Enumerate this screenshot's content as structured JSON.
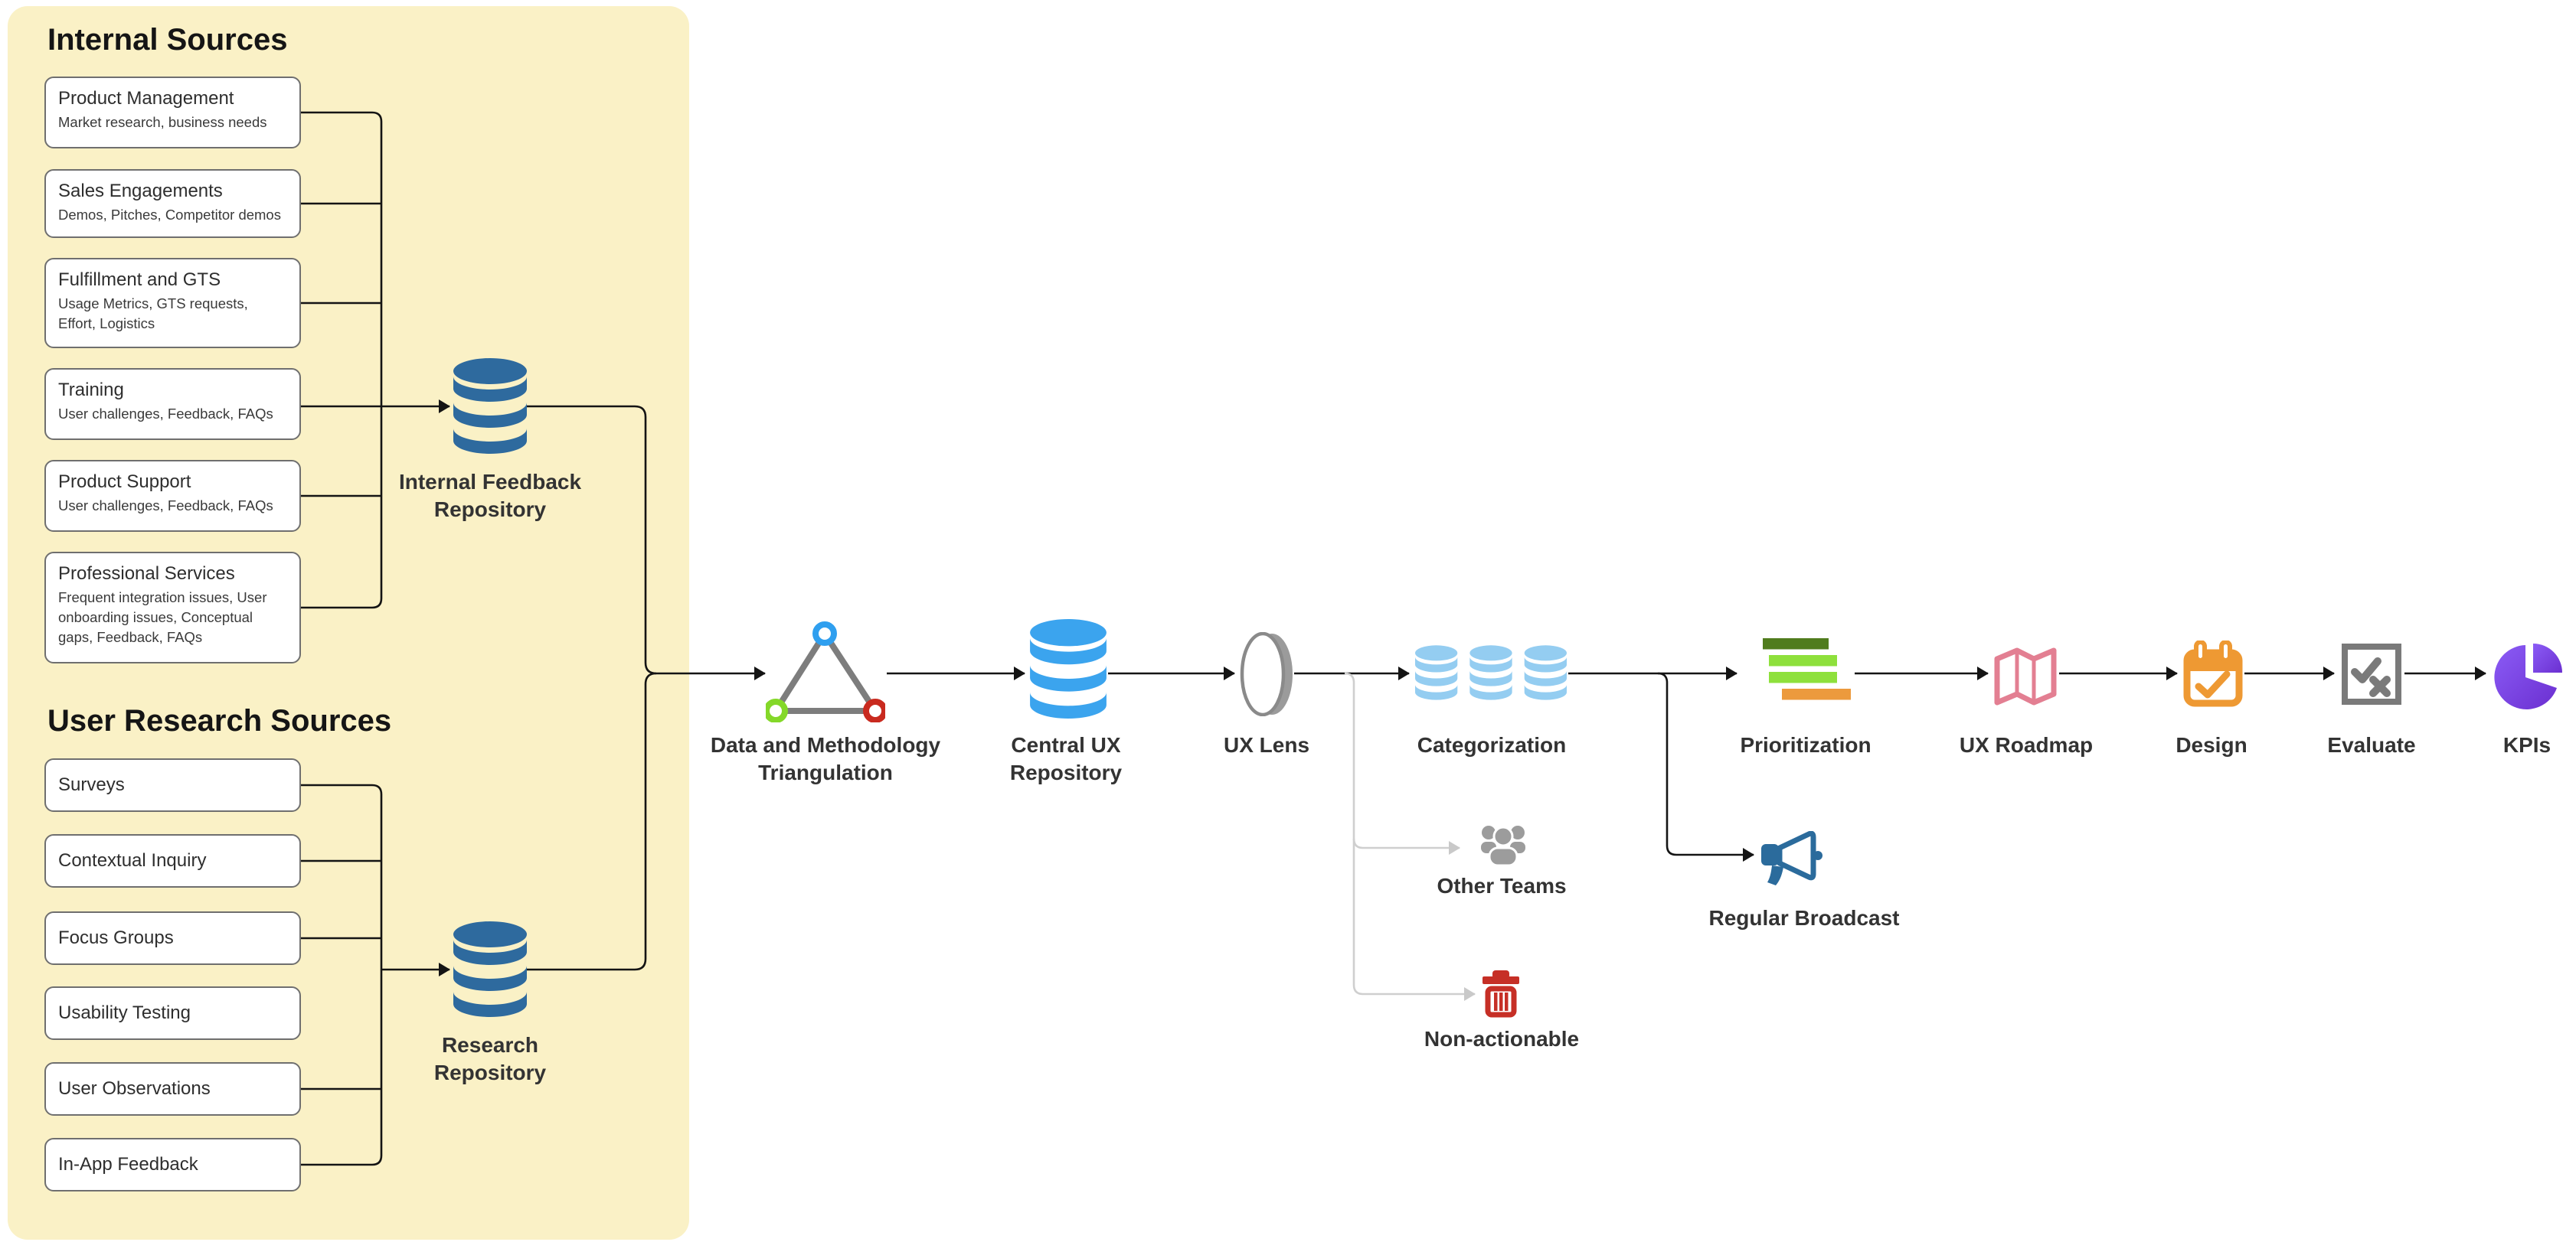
{
  "internal_sources": {
    "title": "Internal Sources",
    "items": [
      {
        "title": "Product Management",
        "subtitle": "Market research, business needs"
      },
      {
        "title": "Sales Engagements",
        "subtitle": "Demos, Pitches, Competitor demos"
      },
      {
        "title": "Fulfillment and GTS",
        "subtitle": "Usage Metrics, GTS requests, Effort, Logistics"
      },
      {
        "title": "Training",
        "subtitle": "User challenges, Feedback, FAQs"
      },
      {
        "title": "Product Support",
        "subtitle": "User challenges, Feedback, FAQs"
      },
      {
        "title": "Professional Services",
        "subtitle": "Frequent integration issues, User onboarding issues, Conceptual gaps, Feedback, FAQs"
      }
    ]
  },
  "user_research_sources": {
    "title": "User Research Sources",
    "items": [
      {
        "title": "Surveys"
      },
      {
        "title": "Contextual Inquiry"
      },
      {
        "title": "Focus Groups"
      },
      {
        "title": "Usability Testing"
      },
      {
        "title": "User Observations"
      },
      {
        "title": "In-App Feedback"
      }
    ]
  },
  "nodes": {
    "internal_repository": {
      "label": "Internal Feedback Repository",
      "icon": "database-icon"
    },
    "research_repository": {
      "label": "Research Repository",
      "icon": "database-icon"
    },
    "triangulation": {
      "label": "Data and Methodology Triangulation",
      "icon": "triangle-vertices-icon"
    },
    "central_repository": {
      "label": "Central UX Repository",
      "icon": "database-icon"
    },
    "ux_lens": {
      "label": "UX Lens",
      "icon": "lens-icon"
    },
    "categorization": {
      "label": "Categorization",
      "icon": "database-cluster-icon"
    },
    "prioritization": {
      "label": "Prioritization",
      "icon": "stacked-bars-icon"
    },
    "ux_roadmap": {
      "label": "UX Roadmap",
      "icon": "map-icon"
    },
    "design": {
      "label": "Design",
      "icon": "calendar-check-icon"
    },
    "evaluate": {
      "label": "Evaluate",
      "icon": "checklist-icon"
    },
    "kpis": {
      "label": "KPIs",
      "icon": "pie-chart-icon"
    },
    "other_teams": {
      "label": "Other Teams",
      "icon": "people-icon"
    },
    "non_actionable": {
      "label": "Non-actionable",
      "icon": "trash-icon"
    },
    "regular_broadcast": {
      "label": "Regular Broadcast",
      "icon": "megaphone-icon"
    }
  },
  "colors": {
    "panel_bg": "#FAF1C6",
    "repo_blue": "#2E6A9E",
    "central_blue": "#3BA4EE",
    "category_blue": "#94CDF1",
    "bar_dark_green": "#507C1D",
    "bar_light_green": "#8EE03C",
    "bar_orange": "#EC9A3D",
    "roadmap_pink": "#E37F92",
    "design_orange": "#EE9933",
    "evaluate_gray": "#7A7A7A",
    "kpi_purple": "#7443D8",
    "trash_red": "#C62F26",
    "people_gray": "#9C9C9C",
    "megaphone_blue": "#2B6B9C",
    "triangle_blue": "#2F9FEF",
    "triangle_green": "#84D829",
    "triangle_red": "#C92A1F",
    "line_black": "#141414",
    "line_gray": "#C9C9C9"
  }
}
